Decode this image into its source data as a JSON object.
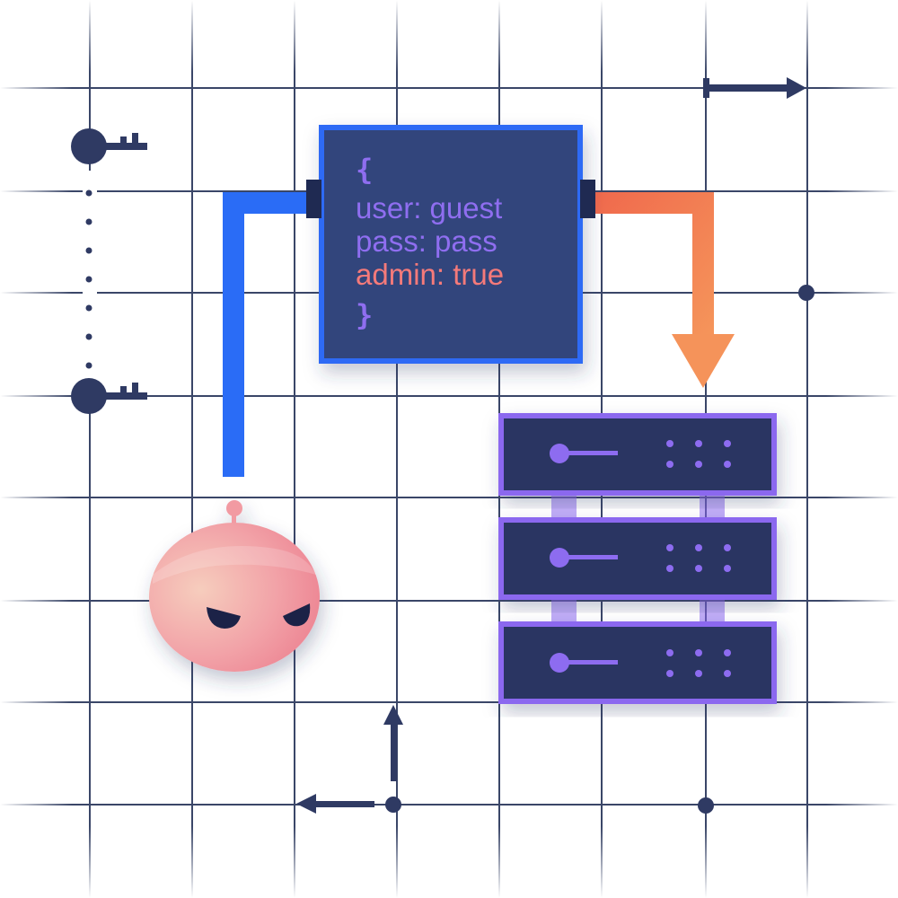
{
  "payload": {
    "open_brace": "{",
    "lines": [
      {
        "text": "user: guest",
        "kind": "normal"
      },
      {
        "text": "pass: pass",
        "kind": "normal"
      },
      {
        "text": "admin: true",
        "kind": "injected"
      }
    ],
    "close_brace": "}"
  },
  "colors": {
    "grid": "#3a4668",
    "dark": "#2f3a63",
    "payload_bg": "#33447c",
    "payload_border": "#2d6bf5",
    "normal_text": "#8f6ef0",
    "injected_text": "#f57a7a",
    "blue_flow": "#2a6cf6",
    "orange_flow": "#f08050",
    "server_bg": "#2c3562",
    "server_border": "#8b68ef",
    "server_dot": "#8d6cf0",
    "robot": "#f2a0a6"
  },
  "icons": [
    "key-icon",
    "key-icon",
    "arrow-right-icon",
    "arrow-up-icon",
    "arrow-left-icon",
    "robot-icon",
    "server-stack-icon"
  ]
}
